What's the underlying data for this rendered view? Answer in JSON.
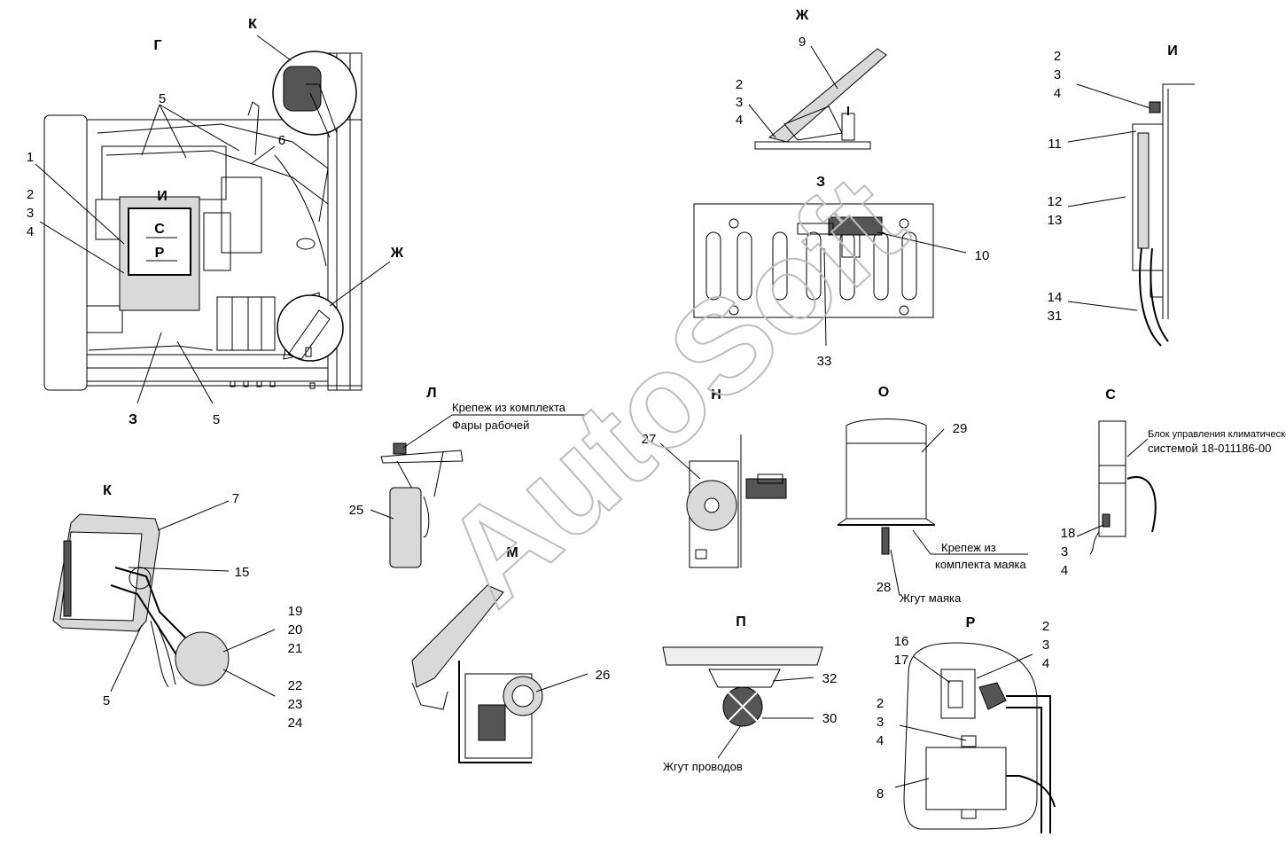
{
  "watermark": "AutoSoft",
  "views": {
    "G": "Г",
    "K_top": "К",
    "Zh_top": "Ж",
    "I": "И",
    "Z": "З",
    "Zh_arrow": "Ж",
    "I_mark": "И",
    "Z_arrow": "З",
    "S_mark": "С",
    "R_mark": "Р",
    "L": "Л",
    "N": "Н",
    "O": "О",
    "S": "С",
    "K": "К",
    "M": "М",
    "P": "П",
    "R": "Р"
  },
  "labels": {
    "g_1": "1",
    "g_2": "2",
    "g_3": "3",
    "g_4": "4",
    "g_5a": "5",
    "g_5b": "5",
    "g_6": "6",
    "zh_9": "9",
    "zh_2": "2",
    "zh_3": "3",
    "zh_4": "4",
    "z_10": "10",
    "z_33": "33",
    "i_2": "2",
    "i_3": "3",
    "i_4": "4",
    "i_11": "11",
    "i_12": "12",
    "i_13": "13",
    "i_14": "14",
    "i_31": "31",
    "l_25": "25",
    "n_27": "27",
    "o_29": "29",
    "o_28": "28",
    "s_18": "18",
    "s_3": "3",
    "s_4": "4",
    "k_7": "7",
    "k_15": "15",
    "k_5": "5",
    "k_19": "19",
    "k_20": "20",
    "k_21": "21",
    "k_22": "22",
    "k_23": "23",
    "k_24": "24",
    "m_26": "26",
    "p_32": "32",
    "p_30": "30",
    "r_16": "16",
    "r_17": "17",
    "r_2a": "2",
    "r_3a": "3",
    "r_4a": "4",
    "r_2b": "2",
    "r_3b": "3",
    "r_4b": "4",
    "r_8": "8"
  },
  "notes": {
    "l_line1": "Крепеж из комплекта",
    "l_line2": "Фары рабочей",
    "o_fastener1": "Крепеж из",
    "o_fastener2": "комплекта маяка",
    "o_harness": "Жгут маяка",
    "s_line1": "Блок управления климатической",
    "s_line2": "системой 18-011186-00",
    "p_harness": "Жгут проводов"
  }
}
